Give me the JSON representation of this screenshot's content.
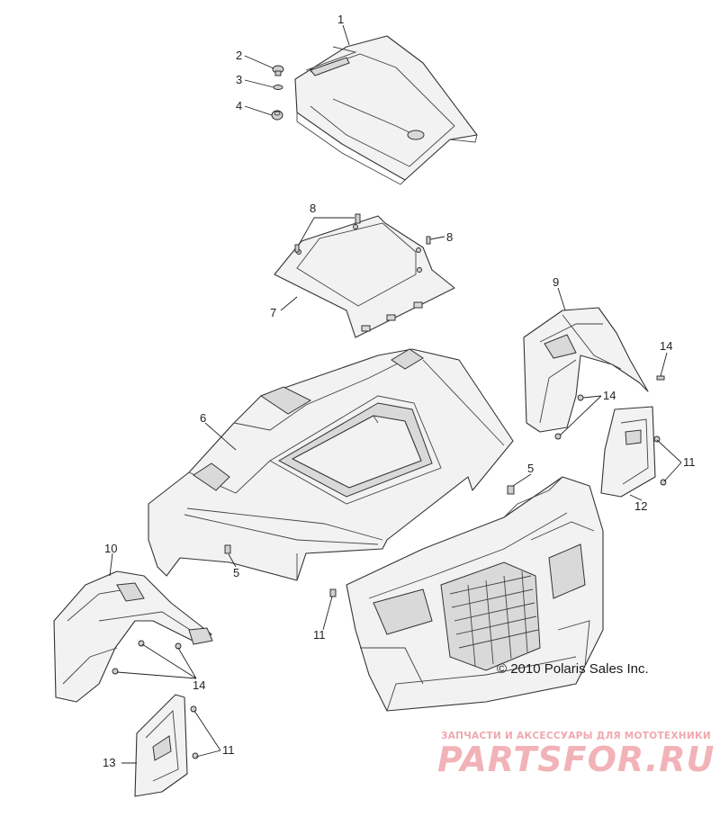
{
  "callouts": {
    "c1": "1",
    "c2": "2",
    "c3": "3",
    "c4": "4",
    "c5a": "5",
    "c5b": "5",
    "c6": "6",
    "c7": "7",
    "c8a": "8",
    "c8b": "8",
    "c9": "9",
    "c10": "10",
    "c11a": "11",
    "c11b": "11",
    "c11c": "11",
    "c12": "12",
    "c13": "13",
    "c14a": "14",
    "c14b": "14",
    "c14c": "14"
  },
  "copyright": "© 2010 Polaris Sales Inc.",
  "watermark": {
    "tagline": "ЗАПЧАСТИ И АКСЕССУАРЫ ДЛЯ МОТОТЕХНИКИ",
    "logo": "PARTSFOR.RU"
  },
  "colors": {
    "line": "#333333",
    "fill": "#f2f2f2",
    "watermark": "#f2b3b8"
  }
}
